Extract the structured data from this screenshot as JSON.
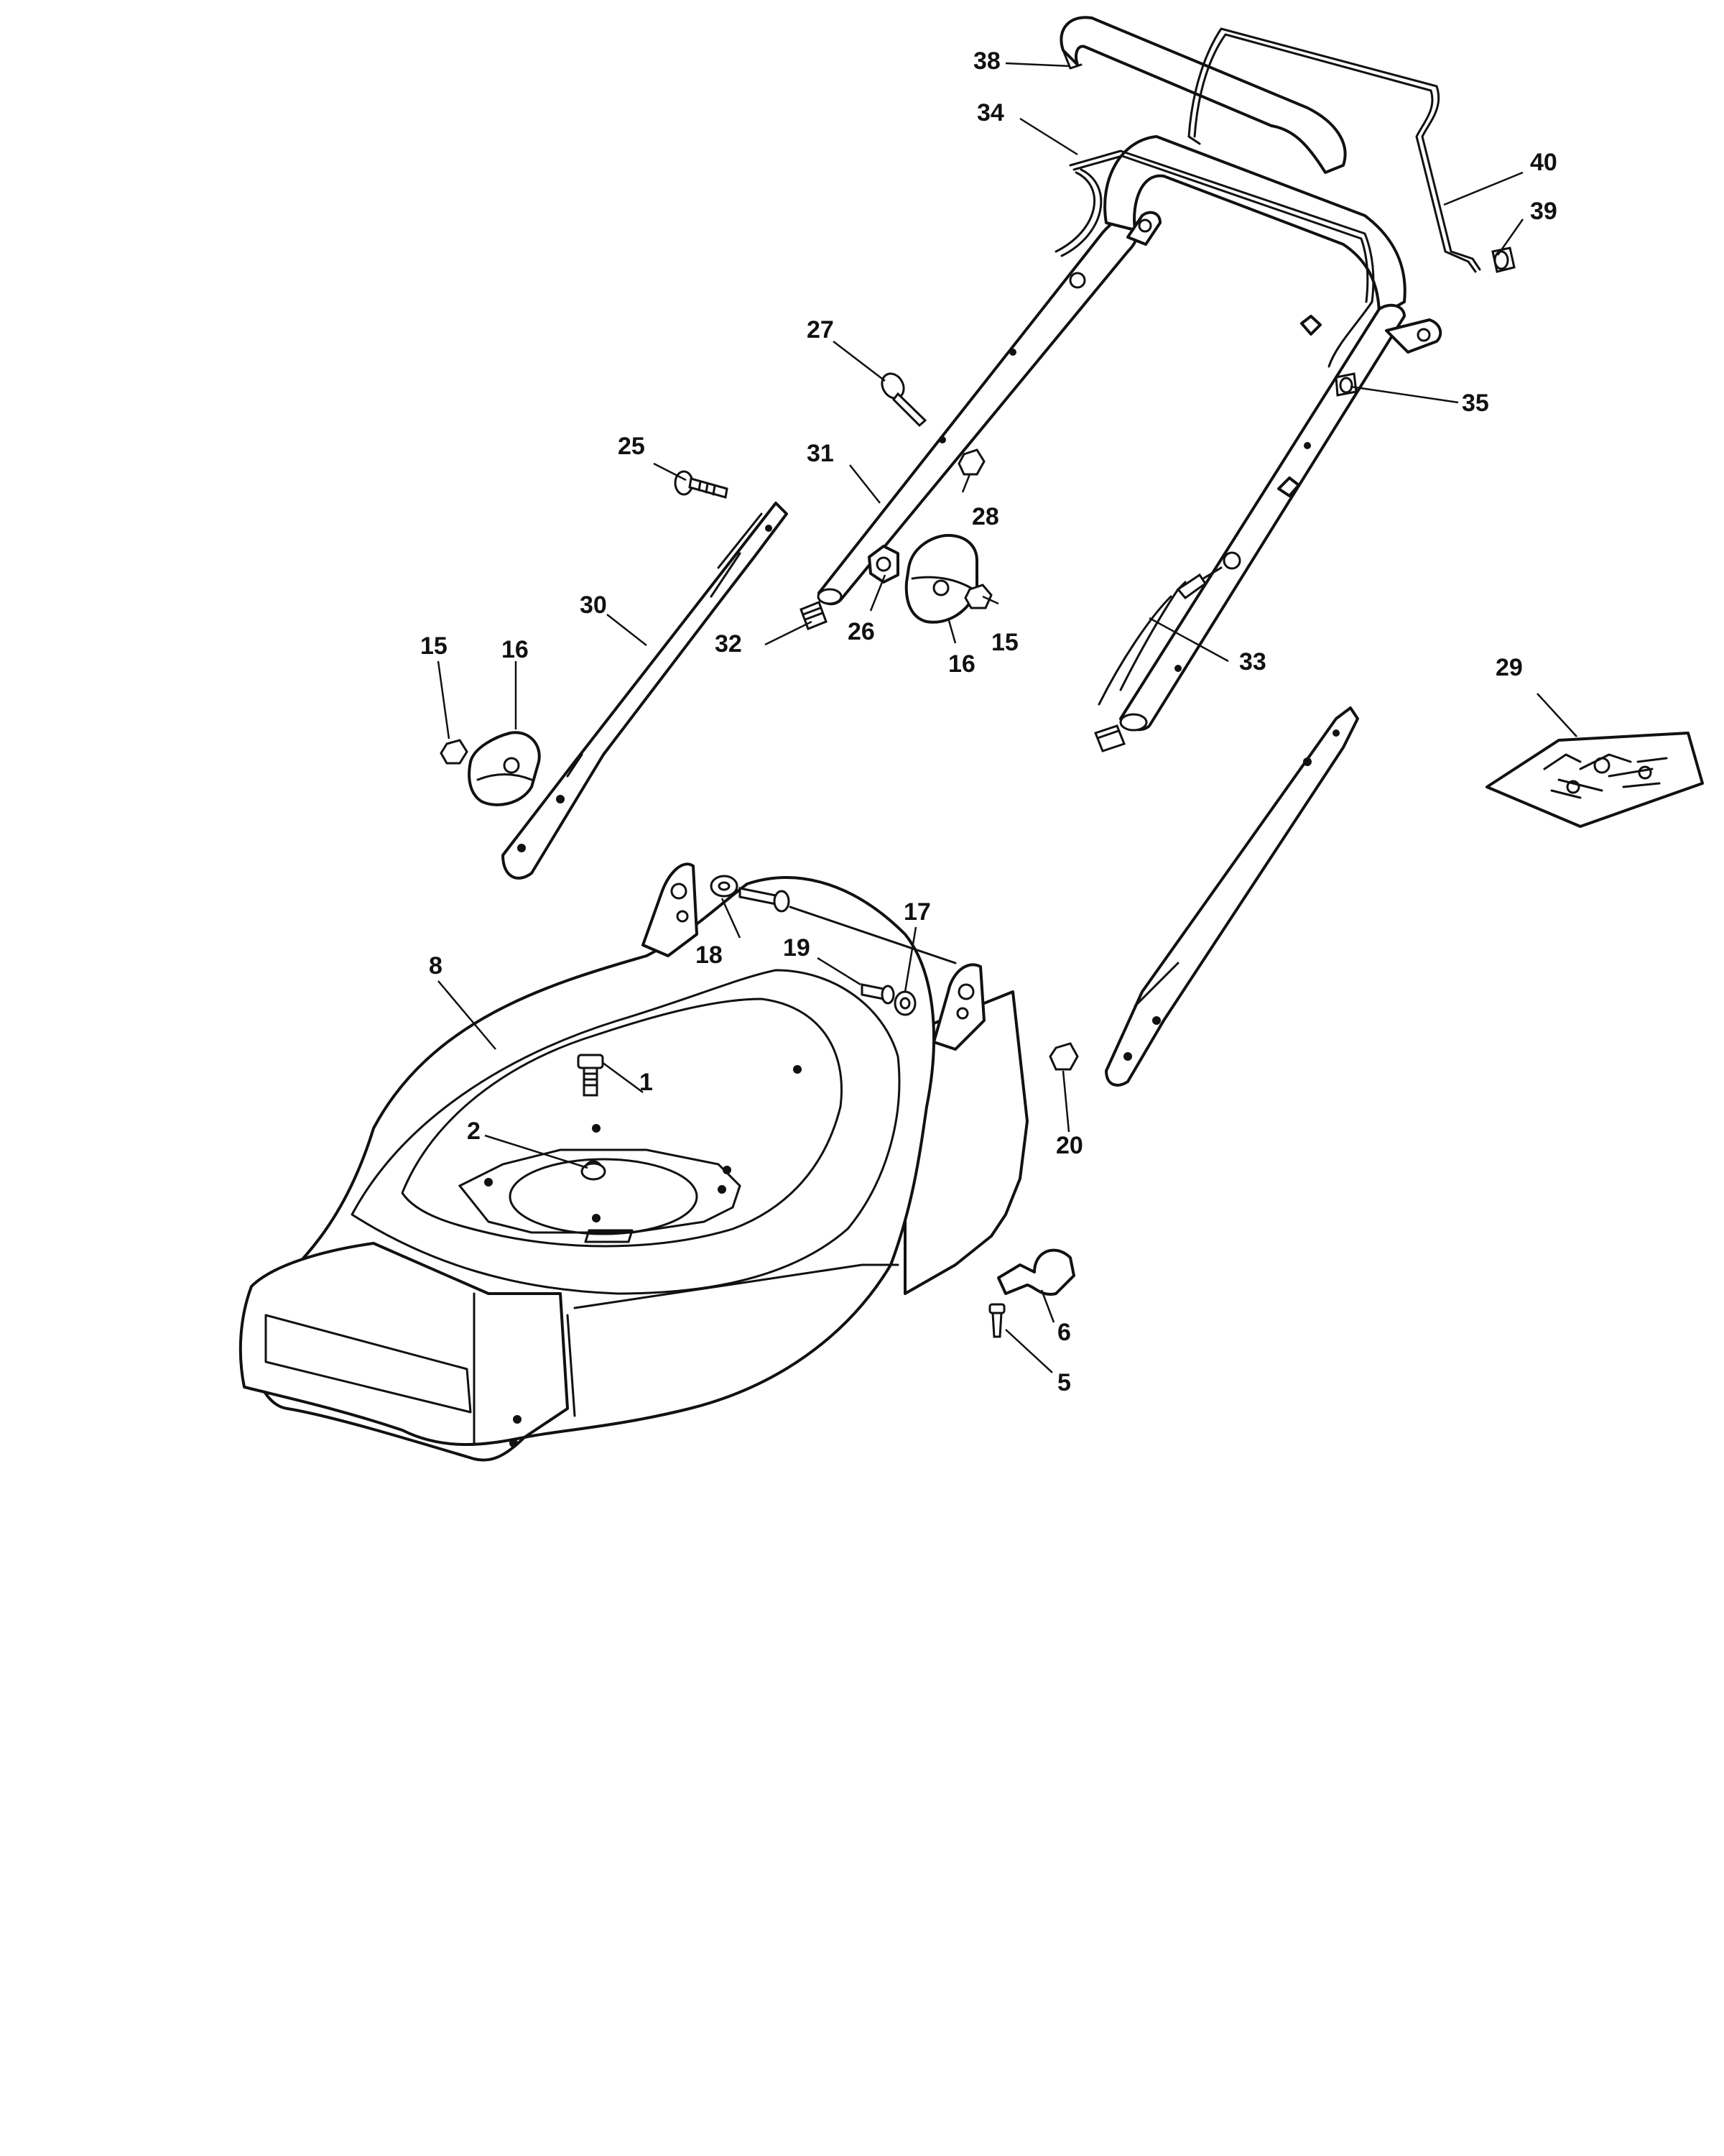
{
  "callouts": {
    "p1": "1",
    "p2": "2",
    "p5": "5",
    "p6": "6",
    "p8": "8",
    "p15a": "15",
    "p15b": "15",
    "p16a": "16",
    "p16b": "16",
    "p17": "17",
    "p18": "18",
    "p19": "19",
    "p20": "20",
    "p25": "25",
    "p26": "26",
    "p27": "27",
    "p28": "28",
    "p29": "29",
    "p30": "30",
    "p31": "31",
    "p32": "32",
    "p33": "33",
    "p34": "34",
    "p35": "35",
    "p38": "38",
    "p39": "39",
    "p40": "40"
  }
}
